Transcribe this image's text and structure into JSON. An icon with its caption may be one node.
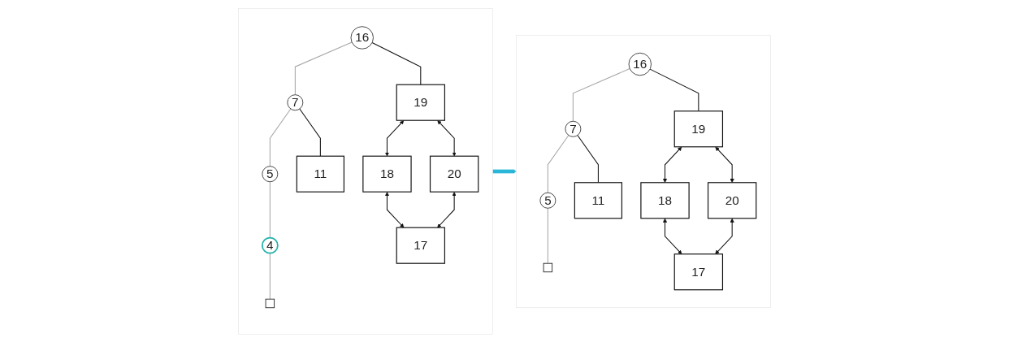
{
  "diagram": {
    "nodes": [
      {
        "text": [],
        "shape": "box"
      },
      {
        "text": [
          "16"
        ],
        "in": 0
      },
      {
        "text": [
          "7"
        ],
        "in": 0
      },
      {
        "text": [
          "5"
        ],
        "in": 0
      },
      {
        "text": [
          "4"
        ],
        "in": 0
      },
      {
        "text": [],
        "shape": "box",
        "in": 0
      },
      {
        "text": [
          "19"
        ],
        "in": 0
      },
      {
        "text": [
          "18"
        ],
        "in": 0
      },
      {
        "text": [
          "11"
        ],
        "in": 0
      },
      {
        "text": [
          "20"
        ],
        "in": 0
      },
      {
        "text": [
          "17"
        ],
        "in": 0
      },
      {
        "text": [],
        "shape": "box"
      },
      {
        "text": [
          "16"
        ],
        "in": 11
      },
      {
        "text": [
          "7"
        ],
        "in": 11
      },
      {
        "text": [
          "5"
        ],
        "in": 11
      },
      {
        "text": [],
        "shape": "box",
        "in": 11
      },
      {
        "text": [
          "19"
        ],
        "in": 11
      },
      {
        "text": [
          "18"
        ],
        "in": 11
      },
      {
        "text": [
          "11"
        ],
        "in": 11
      },
      {
        "text": [
          "20"
        ],
        "in": 11
      },
      {
        "text": [
          "17"
        ],
        "in": 11
      }
    ],
    "edges": [
      {
        "from": 1,
        "to": 2,
        "arrow": "none",
        "color": "#a6a6a6"
      },
      {
        "from": 2,
        "to": 3,
        "arrow": "none",
        "color": "#a6a6a6"
      },
      {
        "from": 3,
        "to": 4,
        "arrow": "none",
        "color": "#a6a6a6"
      },
      {
        "from": 4,
        "to": 5,
        "arrow": "none",
        "color": "#a6a6a6"
      },
      {
        "from": 1,
        "to": 6,
        "arrow": "none"
      },
      {
        "from": 2,
        "to": 8,
        "arrow": "none"
      },
      {
        "from": 6,
        "to": 7,
        "arrow": "both"
      },
      {
        "from": 6,
        "to": 9,
        "arrow": "both"
      },
      {
        "from": 7,
        "to": 10,
        "arrow": "both"
      },
      {
        "from": 9,
        "to": 10,
        "arrow": "both"
      },
      {
        "from": 0,
        "to": 11,
        "arrow": "to",
        "style": "thick",
        "color": "#29b6d8"
      },
      {
        "from": 12,
        "to": 13,
        "arrow": "none",
        "color": "#a6a6a6"
      },
      {
        "from": 13,
        "to": 14,
        "arrow": "none",
        "color": "#a6a6a6"
      },
      {
        "from": 14,
        "to": 15,
        "arrow": "none",
        "color": "#a6a6a6"
      },
      {
        "from": 12,
        "to": 16,
        "arrow": "none"
      },
      {
        "from": 13,
        "to": 18,
        "arrow": "none"
      },
      {
        "from": 16,
        "to": 17,
        "arrow": "both"
      },
      {
        "from": 16,
        "to": 19,
        "arrow": "both"
      },
      {
        "from": 17,
        "to": 20,
        "arrow": "both"
      },
      {
        "from": 19,
        "to": 20,
        "arrow": "both"
      }
    ]
  }
}
